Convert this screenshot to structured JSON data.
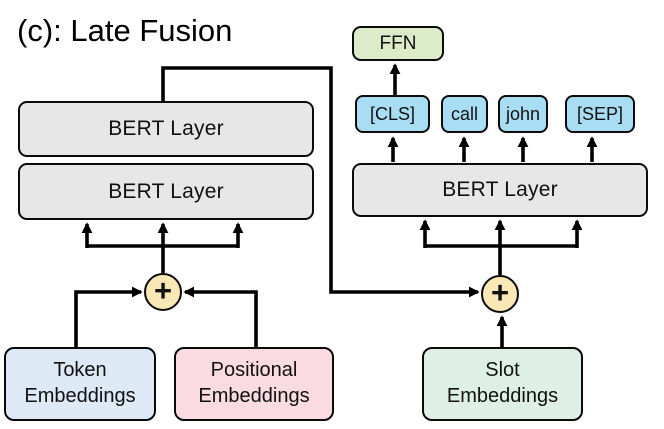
{
  "title": "(c): Late Fusion",
  "nodes": {
    "left_bert_top": "BERT Layer",
    "left_bert_bottom": "BERT Layer",
    "right_bert": "BERT Layer",
    "ffn": "FFN",
    "add_symbol": "+",
    "tokens": [
      "[CLS]",
      "call",
      "john",
      "[SEP]"
    ],
    "token_embeddings": {
      "line1": "Token",
      "line2": "Embeddings"
    },
    "positional_embeddings": {
      "line1": "Positional",
      "line2": "Embeddings"
    },
    "slot_embeddings": {
      "line1": "Slot",
      "line2": "Embeddings"
    }
  },
  "colors": {
    "bert_fill": "#e8e7e7",
    "ffn_fill": "#dcecc9",
    "token_fill": "#a9ddf3",
    "token_embeddings_fill": "#dde9f4",
    "positional_embeddings_fill": "#fbdbe2",
    "slot_embeddings_fill": "#def0e6",
    "add_fill": "#f9e8b6",
    "line": "#000000"
  }
}
